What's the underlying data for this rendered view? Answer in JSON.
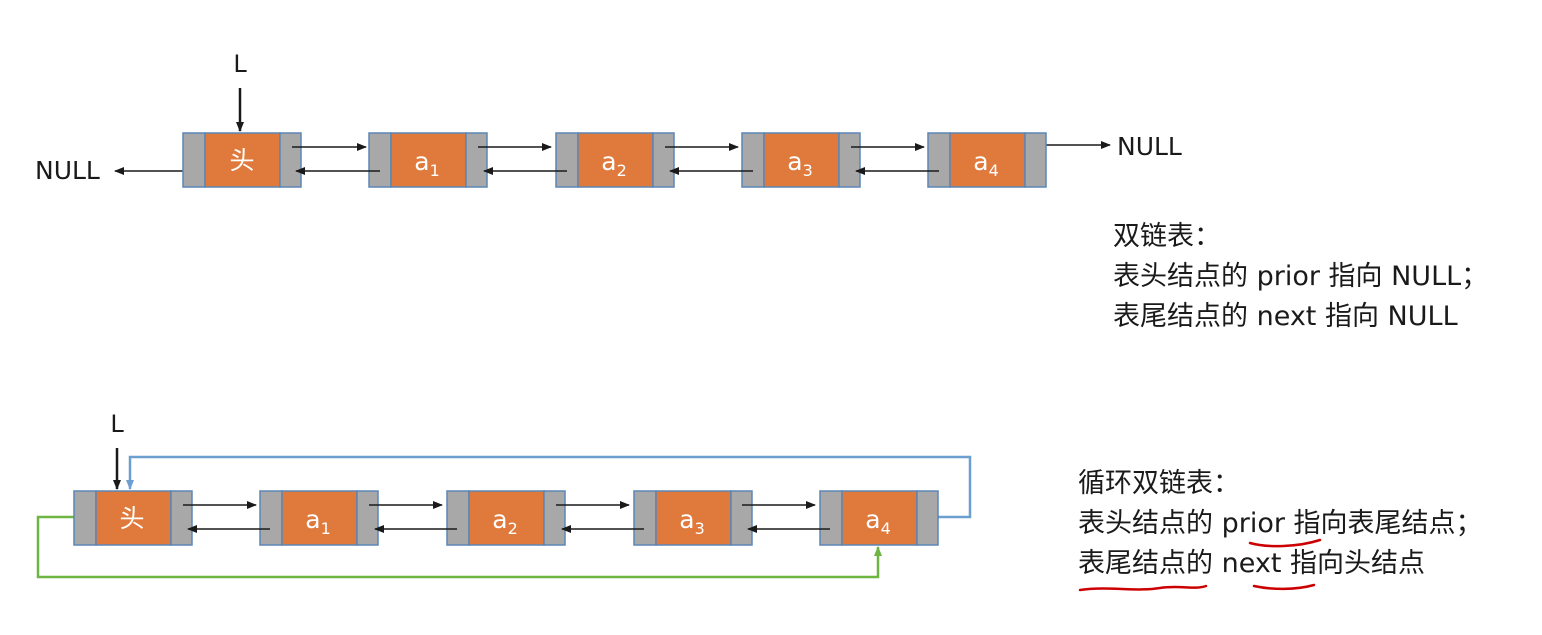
{
  "colors": {
    "node_fill": "#E07A3C",
    "pointer_cell": "#A8A8A8",
    "node_border": "#5B86B5",
    "arrow": "#1a1a1a",
    "loop_prior": "#6A9FD0",
    "loop_next": "#6EB544",
    "underline": "#CC0000"
  },
  "top_list": {
    "head_pointer": "L",
    "null_left": "NULL",
    "null_right": "NULL",
    "nodes": [
      {
        "label": "头",
        "sub": ""
      },
      {
        "label": "a",
        "sub": "1"
      },
      {
        "label": "a",
        "sub": "2"
      },
      {
        "label": "a",
        "sub": "3"
      },
      {
        "label": "a",
        "sub": "4"
      }
    ]
  },
  "bottom_list": {
    "head_pointer": "L",
    "nodes": [
      {
        "label": "头",
        "sub": ""
      },
      {
        "label": "a",
        "sub": "1"
      },
      {
        "label": "a",
        "sub": "2"
      },
      {
        "label": "a",
        "sub": "3"
      },
      {
        "label": "a",
        "sub": "4"
      }
    ]
  },
  "note_top": {
    "title": "双链表：",
    "line1": "表头结点的 prior 指向 NULL；",
    "line2": "表尾结点的 next 指向 NULL"
  },
  "note_bottom": {
    "title": "循环双链表：",
    "line1_a": "表头结点的 ",
    "line1_b": "prior",
    "line1_c": " 指向表尾结点；",
    "line2_a": "表尾结点",
    "line2_b": "的 ",
    "line2_c": "next",
    "line2_d": " 指向头结点"
  }
}
